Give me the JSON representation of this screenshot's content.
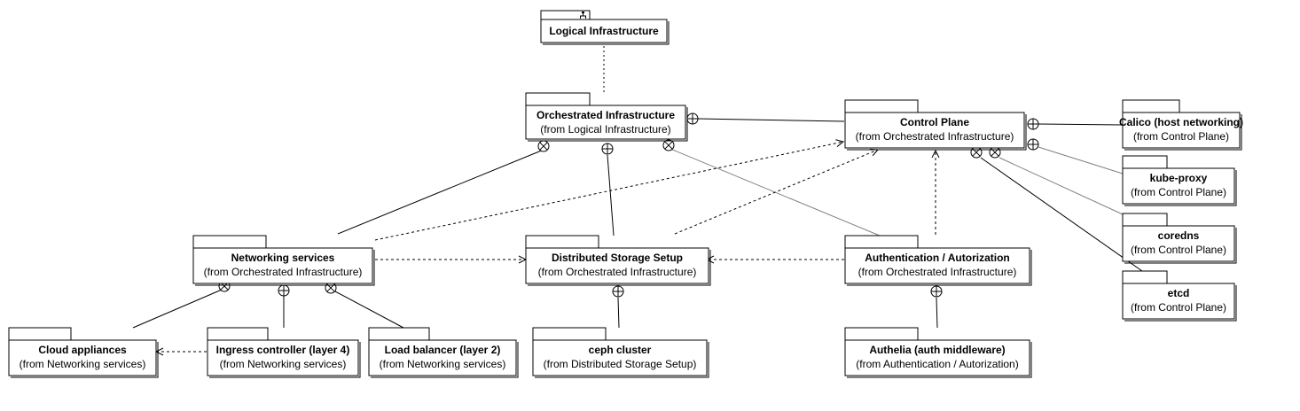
{
  "diagram": {
    "packages": {
      "logical": {
        "name": "Logical Infrastructure",
        "from": ""
      },
      "orchestrated": {
        "name": "Orchestrated Infrastructure",
        "from": "(from Logical Infrastructure)"
      },
      "control": {
        "name": "Control Plane",
        "from": "(from Orchestrated Infrastructure)"
      },
      "calico": {
        "name": "Calico (host networking)",
        "from": "(from Control Plane)"
      },
      "kubeproxy": {
        "name": "kube-proxy",
        "from": "(from Control Plane)"
      },
      "coredns": {
        "name": "coredns",
        "from": "(from Control Plane)"
      },
      "etcd": {
        "name": "etcd",
        "from": "(from Control Plane)"
      },
      "networking": {
        "name": "Networking services",
        "from": "(from Orchestrated Infrastructure)"
      },
      "storage": {
        "name": "Distributed Storage Setup",
        "from": "(from Orchestrated Infrastructure)"
      },
      "auth": {
        "name": "Authentication / Autorization",
        "from": "(from Orchestrated Infrastructure)"
      },
      "cloud": {
        "name": "Cloud appliances",
        "from": "(from Networking services)"
      },
      "ingress": {
        "name": "Ingress controller (layer 4)",
        "from": "(from Networking services)"
      },
      "loadbalancer": {
        "name": "Load balancer (layer 2)",
        "from": "(from Networking services)"
      },
      "ceph": {
        "name": "ceph cluster",
        "from": "(from Distributed Storage Setup)"
      },
      "authelia": {
        "name": "Authelia (auth middleware)",
        "from": "(from Authentication / Autorization)"
      }
    },
    "connector_kinds": [
      "containment",
      "dependency",
      "association"
    ],
    "colors": {
      "stroke": "#000000",
      "fill": "#ffffff",
      "association": "#808080"
    }
  }
}
